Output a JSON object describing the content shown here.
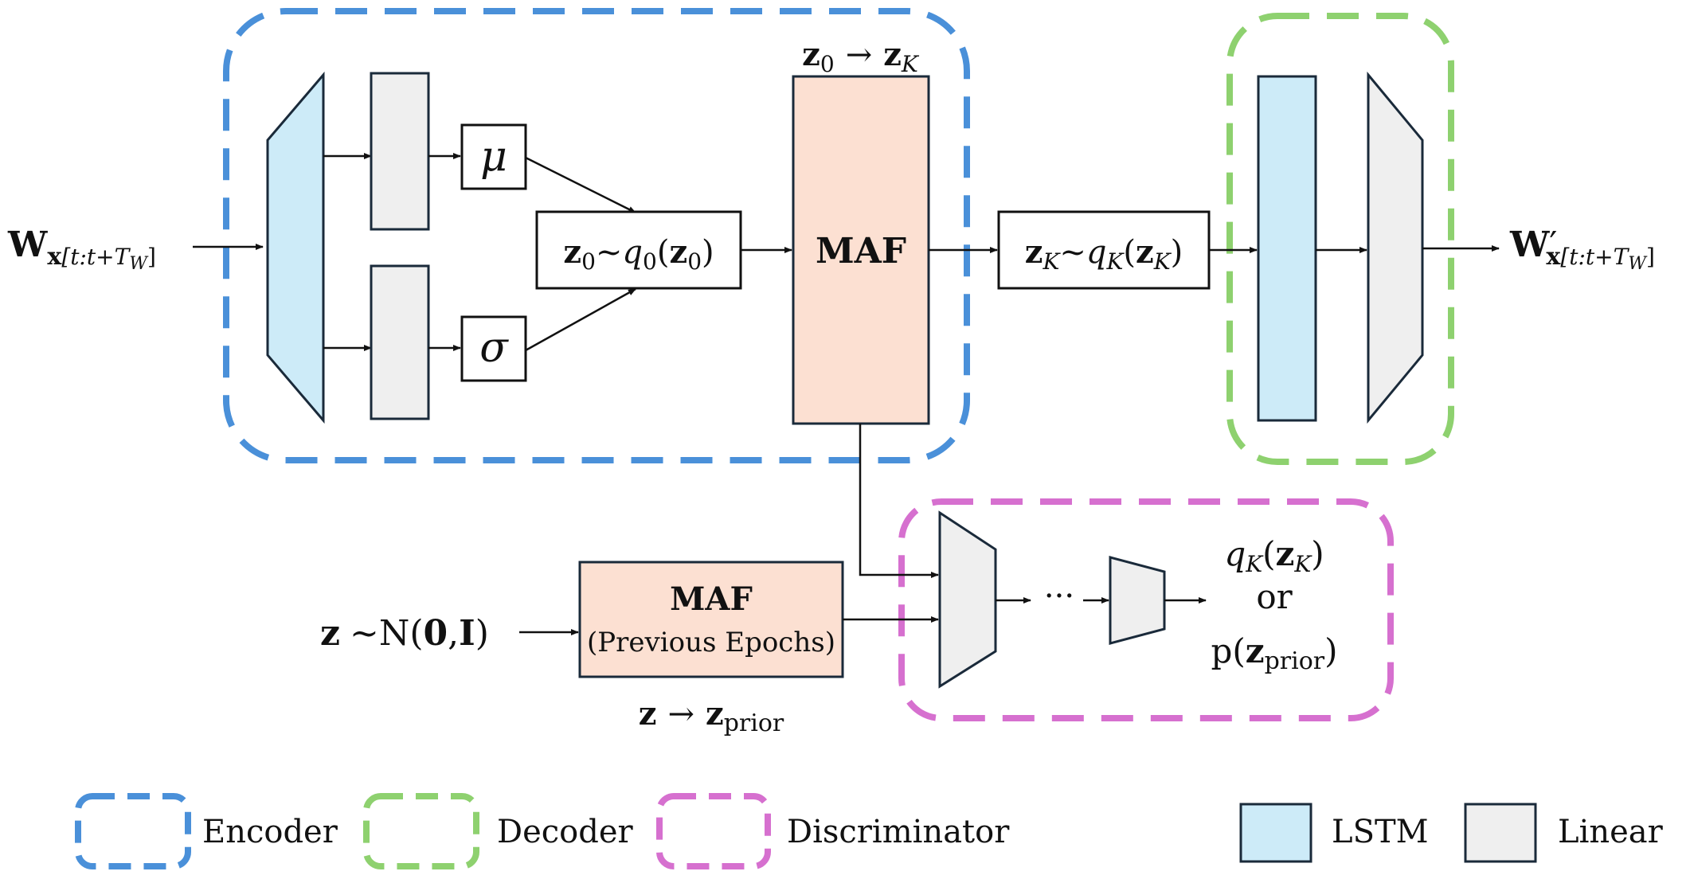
{
  "colors": {
    "encoder": "#4a90d9",
    "decoder": "#8ed16f",
    "discriminator": "#d670cf",
    "lstm": "#cdebf8",
    "linear": "#efefef",
    "maf": "#fce0d2",
    "stroke": "#1a2a3a"
  },
  "input": {
    "main": "W",
    "sub": "x",
    "subrange": "[t:t+T",
    "subsub": "W",
    "close": "]"
  },
  "output": {
    "main": "W",
    "prime": "′",
    "sub": "x",
    "subrange": "[t:t+T",
    "subsub": "W",
    "close": "]"
  },
  "encoder": {
    "mu": "μ",
    "sigma": "σ",
    "z0": {
      "z": "z",
      "sub": "0",
      "tilde": "~",
      "q": "q",
      "qsub": "0",
      "lp": "(",
      "z2": "z",
      "sub2": "0",
      "rp": ")"
    }
  },
  "maf_main": {
    "label": "MAF",
    "transform": {
      "a": "z",
      "asub": "0",
      "arrow": "→",
      "b": "z",
      "bsub": "K"
    }
  },
  "zk": {
    "z": "z",
    "sub": "K",
    "tilde": "~",
    "q": "q",
    "qsub": "K",
    "lp": "(",
    "z2": "z",
    "sub2": "K",
    "rp": ")"
  },
  "prior": {
    "sample": {
      "z": "z",
      "rest": "~N(",
      "zero": "0",
      "comma": ",",
      "I": "I",
      "close": ")"
    },
    "maf_label": "MAF",
    "maf_sub": "(Previous Epochs)",
    "transform": {
      "a": "z",
      "arrow": "→",
      "b": "z",
      "bsub": "prior"
    }
  },
  "discriminator": {
    "dots": "···",
    "out1": {
      "q": "q",
      "qsub": "K",
      "lp": "(",
      "z": "z",
      "zsub": "K",
      "rp": ")"
    },
    "or": "or",
    "out2": {
      "p": "p",
      "lp": "(",
      "z": "z",
      "zsub": "prior",
      "rp": ")"
    }
  },
  "legend": {
    "encoder": "Encoder",
    "decoder": "Decoder",
    "discriminator": "Discriminator",
    "lstm": "LSTM",
    "linear": "Linear"
  }
}
